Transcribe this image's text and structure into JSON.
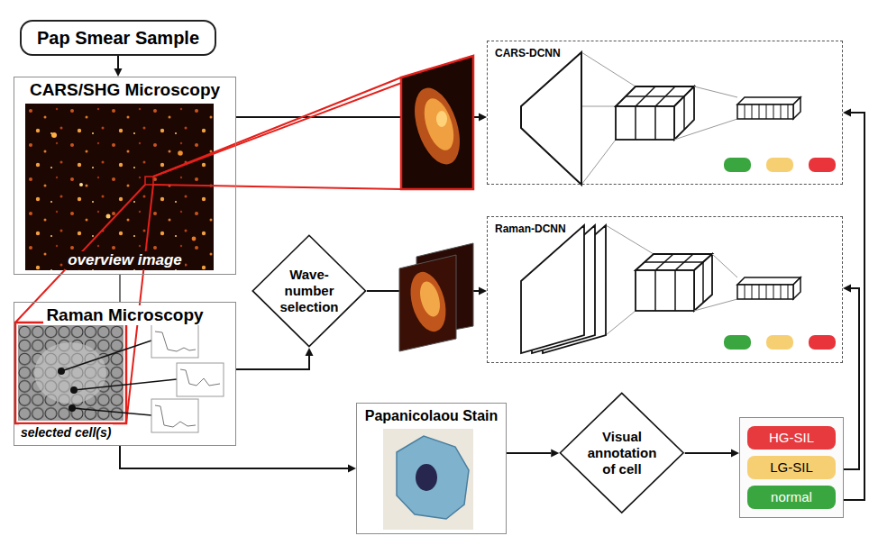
{
  "diagram": {
    "nodes": [
      {
        "text": [
          "Pap Smear Sample"
        ]
      },
      {
        "text": [
          "CARS/SHG Microscopy",
          "overview image"
        ]
      },
      {
        "text": [
          "Raman Microscopy",
          "selected cell(s)"
        ]
      },
      {
        "text": [
          "CARS-DCNN"
        ]
      },
      {
        "text": [
          "Wave-number selection"
        ]
      },
      {
        "text": [
          "Raman-DCNN"
        ]
      },
      {
        "text": [
          "Papanicolaou Stain"
        ]
      },
      {
        "text": [
          "Visual annotation of cell"
        ]
      },
      {
        "text": []
      },
      {
        "text": [
          "HG-SIL"
        ],
        "in": 8
      },
      {
        "text": [
          "LG-SIL"
        ],
        "in": 8
      },
      {
        "text": [
          "normal"
        ],
        "in": 8
      }
    ],
    "edges": [
      {
        "from": 0,
        "to": 1,
        "arrow": "to"
      },
      {
        "from": 1,
        "to": 2,
        "arrow": "none"
      },
      {
        "from": 1,
        "to": 3,
        "arrow": "to"
      },
      {
        "from": 2,
        "to": 4,
        "arrow": "to"
      },
      {
        "from": 4,
        "to": 5,
        "arrow": "to"
      },
      {
        "from": 2,
        "to": 6,
        "arrow": "to"
      },
      {
        "from": 6,
        "to": 7,
        "arrow": "to"
      },
      {
        "from": 7,
        "to": 8,
        "arrow": "to"
      },
      {
        "from": 8,
        "to": 3,
        "arrow": "to"
      },
      {
        "from": 8,
        "to": 5,
        "arrow": "to"
      }
    ]
  }
}
